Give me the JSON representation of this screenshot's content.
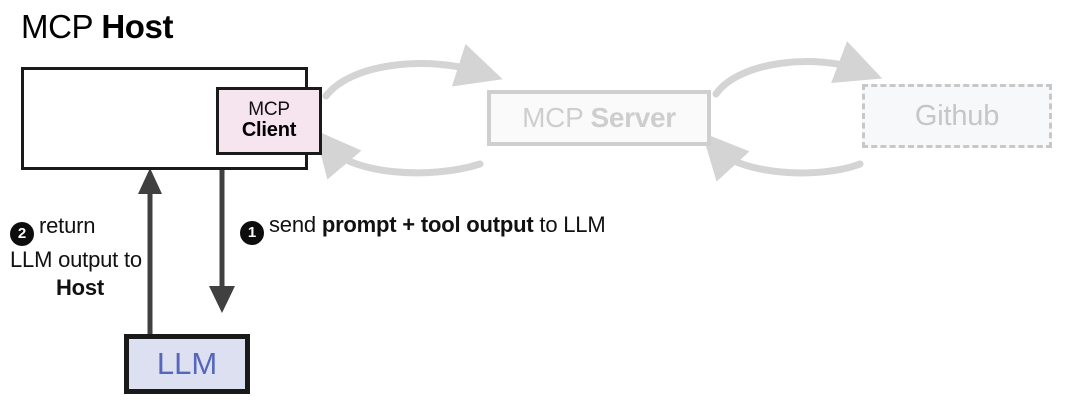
{
  "diagram": {
    "title_prefix": "MCP ",
    "title_bold": "Host",
    "host": {
      "name": "MCP Host"
    },
    "client_box": {
      "line1": "MCP",
      "line2": "Client",
      "fill": "#f6e4ef",
      "border": "#1a1a1a"
    },
    "server_box": {
      "text_thin": "MCP ",
      "text_bold": "Server",
      "fill": "#fafafa",
      "border": "#cfcfcf",
      "text_color": "#cecece"
    },
    "github_box": {
      "text": "Github",
      "fill": "#f7f8fa",
      "border": "#c8c8c8",
      "text_color": "#c6c6c6",
      "border_style": "dashed"
    },
    "llm_box": {
      "text": "LLM",
      "fill": "#dde0f0",
      "border": "#1a1a1a",
      "text_color": "#5567bd"
    },
    "steps": [
      {
        "number": "1",
        "text_pre": "send ",
        "text_bold": "prompt + tool output",
        "text_post": " to LLM"
      },
      {
        "number": "2",
        "line1": "return",
        "line2": "LLM output to",
        "line3": "Host"
      }
    ],
    "arrows": {
      "up_arrow_color": "#404040",
      "down_arrow_color": "#404040",
      "curved_arrow_color": "#d4d4d4"
    }
  }
}
